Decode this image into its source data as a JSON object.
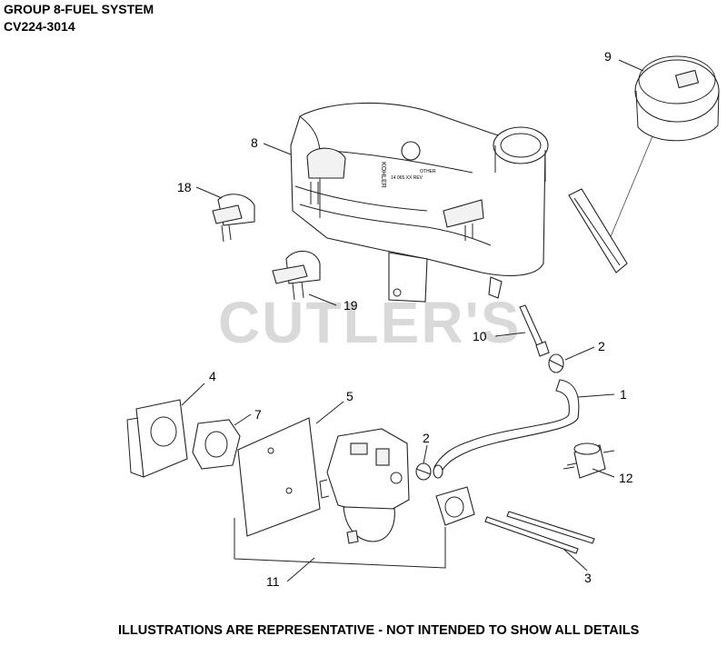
{
  "header": {
    "title": "GROUP 8-FUEL SYSTEM",
    "model": "CV224-3014"
  },
  "watermark": "CUTLER'S",
  "disclaimer": "ILLUSTRATIONS ARE REPRESENTATIVE - NOT INTENDED TO SHOW ALL DETAILS",
  "callouts": {
    "c1": "1",
    "c2a": "2",
    "c2b": "2",
    "c3": "3",
    "c4": "4",
    "c5": "5",
    "c7": "7",
    "c8": "8",
    "c9": "9",
    "c10": "10",
    "c11": "11",
    "c12": "12",
    "c18": "18",
    "c19": "19"
  },
  "tank_text": {
    "brand": "KOHLER",
    "code": "14 065 XX REV",
    "other": "OTHER"
  }
}
